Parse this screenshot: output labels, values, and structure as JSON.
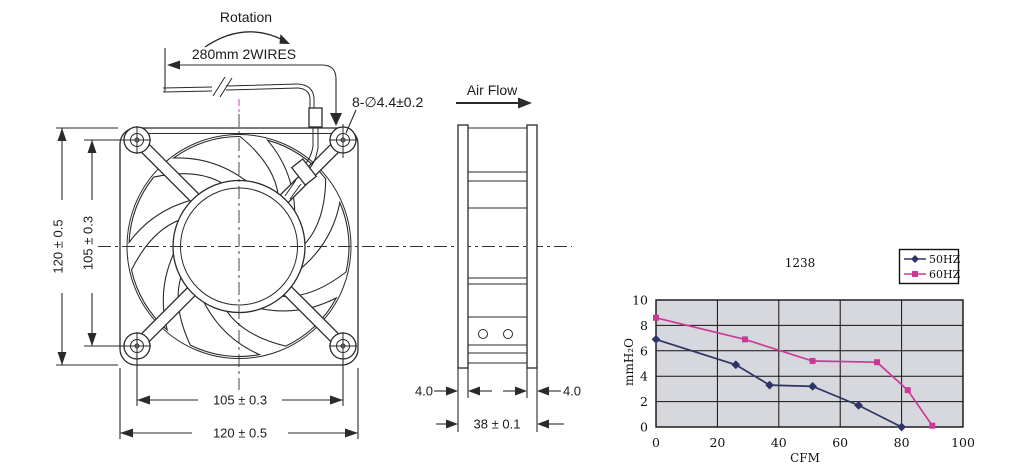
{
  "drawing": {
    "rotation_label": "Rotation",
    "wire_label": "280mm 2WIRES",
    "hole_label": "8-∅4.4±0.2",
    "airflow_label": "Air Flow",
    "dim_height_outer": "120 ± 0.5",
    "dim_height_holes": "105 ± 0.3",
    "dim_width_holes": "105 ± 0.3",
    "dim_width_outer": "120 ± 0.5",
    "dim_depth": "38 ± 0.1",
    "dim_flange_left": "4.0",
    "dim_flange_right": "4.0"
  },
  "chart_data": {
    "type": "line",
    "title": "1238",
    "xlabel": "CFM",
    "ylabel": "mmH₂O",
    "xlim": [
      0,
      100
    ],
    "ylim": [
      0,
      10
    ],
    "x_ticks": [
      0,
      20,
      40,
      60,
      80,
      100
    ],
    "y_ticks": [
      0,
      2,
      4,
      6,
      8,
      10
    ],
    "grid": true,
    "legend_position": "top-right",
    "plot_bg": "#d6d8dd",
    "series": [
      {
        "name": "50HZ",
        "color": "#2e3566",
        "marker": "diamond",
        "points": [
          [
            0,
            6.9
          ],
          [
            26,
            4.9
          ],
          [
            37,
            3.3
          ],
          [
            51,
            3.2
          ],
          [
            66,
            1.7
          ],
          [
            80,
            0
          ]
        ]
      },
      {
        "name": "60HZ",
        "color": "#cc3995",
        "marker": "square",
        "points": [
          [
            0,
            8.6
          ],
          [
            29,
            6.9
          ],
          [
            51,
            5.2
          ],
          [
            72,
            5.1
          ],
          [
            82,
            2.9
          ],
          [
            90,
            0.1
          ]
        ]
      }
    ]
  }
}
